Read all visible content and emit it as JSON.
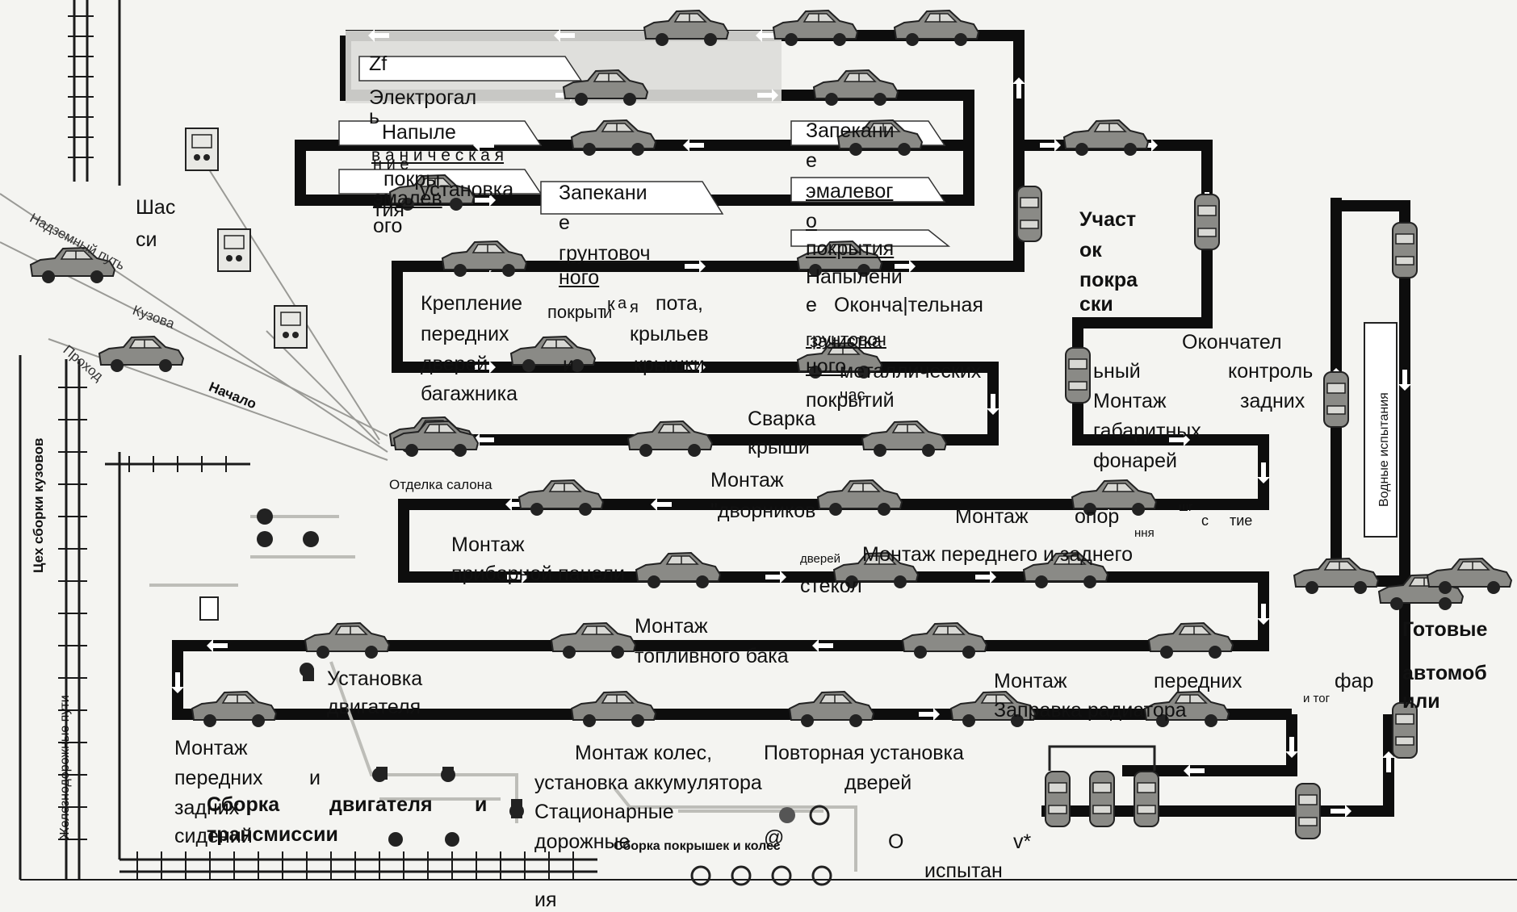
{
  "labels": {
    "zf": "Zf",
    "elektrogal_1": "Электрогал",
    "elektrogal_2": "ь",
    "napylenie_1": "Напыле",
    "napylenie_2": "в а н и ч е с к а я",
    "napylenie_3": "н и е",
    "napylenie_4": "покры",
    "napylenie_5": "установка",
    "napylenie_6": "эмалев",
    "napylenie_7": "тия",
    "napylenie_8": "ого",
    "shassi_1": "Шас",
    "shassi_2": "си",
    "zapek_grunt_1": "Запекани",
    "zapek_grunt_2": "е",
    "zapek_grunt_3": "грунтовоч",
    "zapek_grunt_4": "ного",
    "zapek_emal_1": "Запекани",
    "zapek_emal_2": "е",
    "zapek_emal_3": "эмалевог",
    "zapek_emal_4": "о",
    "zapek_emal_5": "покрытия",
    "napyl_grunt_1": "Напылени",
    "napyl_grunt_2": "е",
    "napyl_grunt_3": "грунтовоч",
    "napyl_grunt_4": "ного",
    "okonch_1": "Оконча|тельная",
    "okonch_2": "зачистка",
    "okonch_3": "металлических",
    "okonch_4": "покрытий",
    "okonch_5": "час",
    "uchastok_1": "Участ",
    "uchastok_2": "ок",
    "uchastok_3": "покра",
    "uchastok_4": "ски",
    "kreplenie_1": "Крепление",
    "kreplenie_2": "передних",
    "kreplenie_3": "дверей",
    "kreplenie_4": "багажника",
    "kreplenie_5": "покрыт",
    "kreplenie_6": "к",
    "kreplenie_7": "и",
    "kreplenie_8": "а",
    "kreplenie_9": "я",
    "kreplenie_10": "пота,",
    "kreplenie_11": "крыльев",
    "kreplenie_12": "и",
    "kreplenie_13": "крышки",
    "okonch_kontrol_1": "Окончател",
    "okonch_kontrol_2": "ьный",
    "okonch_kontrol_3": "контроль",
    "zad_fonari_1": "Монтаж",
    "zad_fonari_2": "задних",
    "zad_fonari_3": "габаритных",
    "zad_fonari_4": "фонарей",
    "vodnye": "Водные испытания",
    "svarka_1": "Сварка",
    "svarka_2": "крыши",
    "otdelka": "Отделка салона",
    "dvorniki_1": "Монтаж",
    "dvorniki_2": "\"дворников",
    "opor_1": "Монтаж",
    "opor_2": "опор",
    "opor_3": "шг",
    "opor_4": "с",
    "opor_5": "тие",
    "opor_6": "ння",
    "pribor_1": "Монтаж",
    "pribor_2": "приборной панели",
    "stekla_1": "дверей",
    "stekla_2": "Монтаж переднего и заднего",
    "stekla_3": "стекол",
    "bak_1": "Монтаж",
    "bak_2": "топливного бака",
    "gotovye_1": "Готовые",
    "gotovye_2": "автомоб",
    "gotovye_3": "или",
    "dvig_1": "Установка",
    "dvig_2": "двигателя",
    "fary_1": "Монтаж",
    "fary_2": "передних",
    "fary_3": "фар",
    "fary_4": "и тог",
    "radiator": "Заправка радиатора",
    "sidenya_1": "Монтаж",
    "sidenya_2": "передних",
    "sidenya_3": "и",
    "sidenya_4": "задних",
    "sidenya_5": "сидений",
    "sborka_dvig_1": "Сборка",
    "sborka_dvig_2": "двигателя",
    "sborka_dvig_3": "и",
    "sborka_dvig_4": "трансмиссии",
    "koles_1": "Монтаж колес,",
    "koles_2": "Повторная установка",
    "koles_3": "установка аккумулятора",
    "koles_4": "дверей",
    "stac_1": "Стационарные",
    "stac_2": "дорожные",
    "stac_3": "@",
    "stac_4": "О",
    "stac_5": "v*",
    "stac_6": "испытан",
    "stac_7": "ия",
    "pokryshek": "Сборка покрышек и колес",
    "tseh": "Цех сборки кузовов",
    "zhd": "Железнодорожные пути",
    "nadzem": "Надземный путь",
    "kuzova": "Кузова",
    "prohod": "Проход",
    "nachalo": "Начало"
  },
  "colors": {
    "track": "#0d0d0d",
    "car_body": "#8a8a86",
    "car_light": "#c8c8c4",
    "belt": "#bdbdb8",
    "rail": "#1a1a1a",
    "background": "#f4f4f1"
  }
}
